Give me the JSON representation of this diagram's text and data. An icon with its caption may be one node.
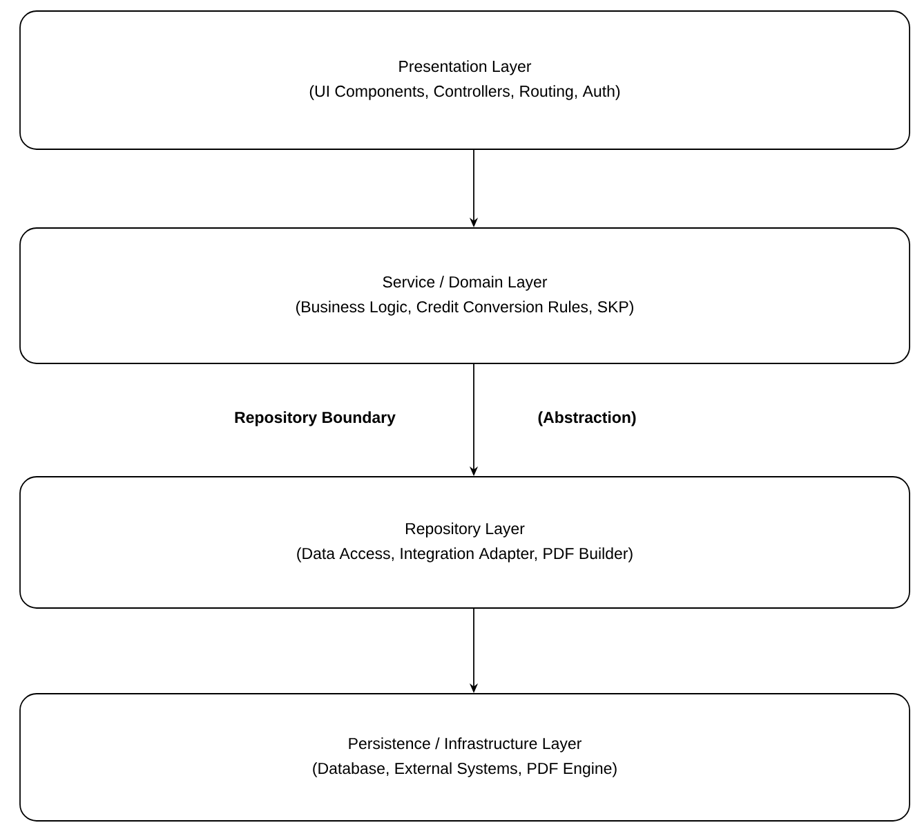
{
  "diagram": {
    "nodes": [
      {
        "text": [
          "Presentation Layer",
          "(UI Components, Controllers, Routing, Auth)"
        ]
      },
      {
        "text": [
          "Service / Domain Layer",
          "(Business Logic, Credit Conversion Rules, SKP)"
        ]
      },
      {
        "text": [
          "Repository Layer",
          "(Data Access, Integration Adapter, PDF Builder)"
        ]
      },
      {
        "text": [
          "Persistence / Infrastructure Layer",
          "(Database, External Systems, PDF Engine)"
        ]
      }
    ],
    "edges": [
      {
        "from": 0,
        "to": 1,
        "arrow": "to"
      },
      {
        "from": 1,
        "to": 2,
        "arrow": "to"
      },
      {
        "from": 2,
        "to": 3,
        "arrow": "to"
      }
    ],
    "labels": [
      "Repository Boundary",
      "(Abstraction)"
    ]
  }
}
